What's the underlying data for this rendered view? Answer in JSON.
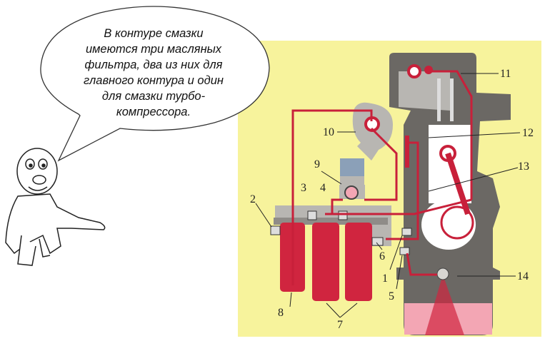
{
  "speech_bubble": {
    "lines": [
      "В контуре смазки",
      "имеются три масляных",
      "фильтра, два из них для",
      "главного контура и один",
      "для смазки турбо-",
      "компрессора."
    ]
  },
  "diagram": {
    "labels": {
      "n1": "1",
      "n2": "2",
      "n3": "3",
      "n4": "4",
      "n5": "5",
      "n6": "6",
      "n7": "7",
      "n8": "8",
      "n9": "9",
      "n10": "10",
      "n11": "11",
      "n12": "12",
      "n13": "13",
      "n14": "14"
    },
    "colors": {
      "background": "#f7f39c",
      "block": "#6b6864",
      "light_gray": "#b8b6b2",
      "oil": "#d0253f",
      "oil_light": "#f3a6b4",
      "pipe": "#c8203a"
    }
  }
}
